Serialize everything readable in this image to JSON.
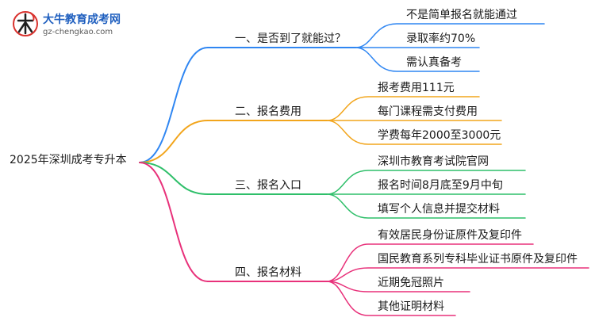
{
  "logo": {
    "title": "大牛教育成考网",
    "url": "gz-chengkao.com"
  },
  "root": "2025年深圳成考专升本",
  "colors": {
    "branch1": "#2f86f2",
    "branch2": "#f2a51c",
    "branch3": "#2fbf6a",
    "branch4": "#e8317a",
    "logo_red": "#d9322e",
    "logo_blue": "#1f5fbf"
  },
  "branches": [
    {
      "label": "一、是否到了就能过？",
      "leaves": [
        "不是简单报名就能通过",
        "录取率约70%",
        "需认真备考"
      ]
    },
    {
      "label": "二、报名费用",
      "leaves": [
        "报考费用111元",
        "每门课程需支付费用",
        "学费每年2000至3000元"
      ]
    },
    {
      "label": "三、报名入口",
      "leaves": [
        "深圳市教育考试院官网",
        "报名时间8月底至9月中旬",
        "填写个人信息并提交材料"
      ]
    },
    {
      "label": "四、报名材料",
      "leaves": [
        "有效居民身份证原件及复印件",
        "国民教育系列专科毕业证书原件及复印件",
        "近期免冠照片",
        "其他证明材料"
      ]
    }
  ]
}
